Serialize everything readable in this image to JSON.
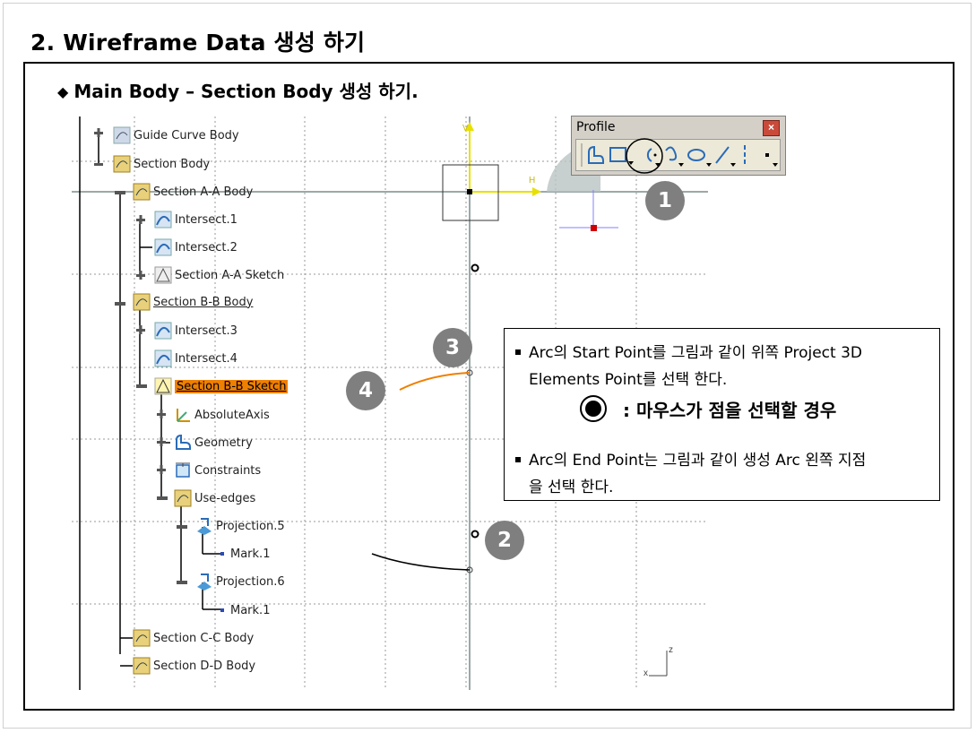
{
  "page": {
    "title": "2. Wireframe Data 생성 하기",
    "subtitle": "Main Body – Section Body 생성 하기."
  },
  "tree": {
    "items": [
      {
        "label": "Guide Curve Body"
      },
      {
        "label": "Section Body"
      },
      {
        "label": "Section A-A Body"
      },
      {
        "label": "Intersect.1"
      },
      {
        "label": "Intersect.2"
      },
      {
        "label": "Section A-A Sketch"
      },
      {
        "label": "Section B-B Body"
      },
      {
        "label": "Intersect.3"
      },
      {
        "label": "Intersect.4"
      },
      {
        "label": "Section B-B Sketch"
      },
      {
        "label": "AbsoluteAxis"
      },
      {
        "label": "Geometry"
      },
      {
        "label": "Constraints"
      },
      {
        "label": "Use-edges"
      },
      {
        "label": "Projection.5"
      },
      {
        "label": "Mark.1"
      },
      {
        "label": "Projection.6"
      },
      {
        "label": "Mark.1"
      },
      {
        "label": "Section C-C Body"
      },
      {
        "label": "Section D-D Body"
      }
    ]
  },
  "toolbar": {
    "title": "Profile",
    "close": "×"
  },
  "axes": {
    "v": "V",
    "h": "H",
    "z": "z",
    "x": "x"
  },
  "badges": [
    "1",
    "2",
    "3",
    "4"
  ],
  "note": {
    "line1a": "Arc의 Start Point를 그림과 같이 위쪽 Project 3D",
    "line1b": "Elements Point를 선택 한다.",
    "mouse_text": ": 마우스가 점을 선택할 경우",
    "line2a": "Arc의 End Point는 그림과 같이 생성 Arc 왼쪽 지점",
    "line2b": "을 선택 한다."
  },
  "colors": {
    "highlight": "#f07f00",
    "axis": "#e8e000",
    "badge": "#7f7f7f",
    "arc": "#f07f00"
  }
}
